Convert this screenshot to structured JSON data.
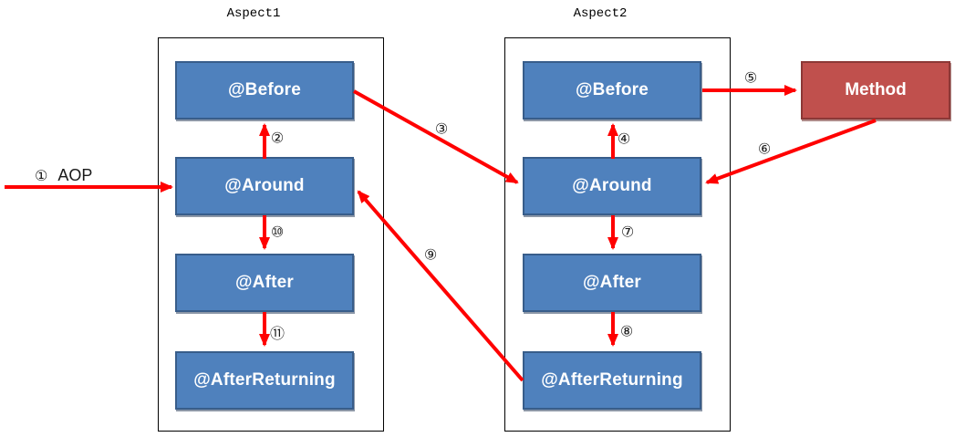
{
  "diagram": {
    "aspect1": {
      "title": "Aspect1",
      "boxes": [
        "@Before",
        "@Around",
        "@After",
        "@AfterReturning"
      ]
    },
    "aspect2": {
      "title": "Aspect2",
      "boxes": [
        "@Before",
        "@Around",
        "@After",
        "@AfterReturning"
      ]
    },
    "method": {
      "label": "Method"
    },
    "entry": {
      "number": "①",
      "text": "AOP"
    },
    "arrow_labels": {
      "n2": "②",
      "n3": "③",
      "n4": "④",
      "n5": "⑤",
      "n6": "⑥",
      "n7": "⑦",
      "n8": "⑧",
      "n9": "⑨",
      "n10": "⑩",
      "n11": "⑪"
    },
    "colors": {
      "box_fill": "#4f81bd",
      "box_border": "#385d8a",
      "method_fill": "#c0504d",
      "method_border": "#8c3836",
      "arrow": "#ff0000",
      "frame_border": "#000000"
    }
  }
}
